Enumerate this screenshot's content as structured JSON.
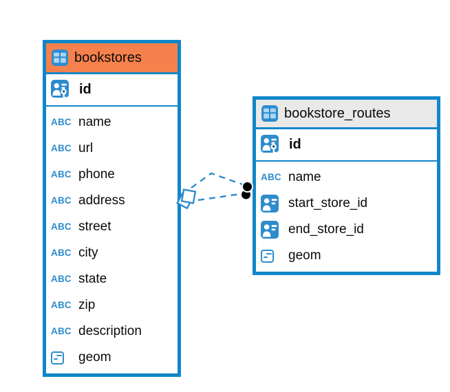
{
  "colors": {
    "canvas_bg": "#ffffff",
    "table_border": "#1186c9",
    "bookstores_header_bg": "#f7814c",
    "routes_header_bg": "#e9e9e9",
    "icon_blue": "#2e8ccd",
    "icon_blue_dark": "#0d4f7a",
    "icon_cell_light": "#aed6f0",
    "connector": "#2e8ccd",
    "endpoint": "#000000",
    "text": "#0a0a0a"
  },
  "icons": {
    "text_type_glyph": "ABC"
  },
  "tables": {
    "bookstores": {
      "title": "bookstores",
      "primary_key": {
        "name": "id"
      },
      "fields": [
        {
          "name": "name",
          "type": "text"
        },
        {
          "name": "url",
          "type": "text"
        },
        {
          "name": "phone",
          "type": "text"
        },
        {
          "name": "address",
          "type": "text"
        },
        {
          "name": "street",
          "type": "text"
        },
        {
          "name": "city",
          "type": "text"
        },
        {
          "name": "state",
          "type": "text"
        },
        {
          "name": "zip",
          "type": "text"
        },
        {
          "name": "description",
          "type": "text"
        },
        {
          "name": "geom",
          "type": "geometry"
        }
      ]
    },
    "bookstore_routes": {
      "title": "bookstore_routes",
      "primary_key": {
        "name": "id"
      },
      "fields": [
        {
          "name": "name",
          "type": "text"
        },
        {
          "name": "start_store_id",
          "type": "reference"
        },
        {
          "name": "end_store_id",
          "type": "reference"
        },
        {
          "name": "geom",
          "type": "geometry"
        }
      ]
    }
  },
  "connector": {
    "style": "dashed",
    "line_count": 2,
    "source_marker": "stacked-diamond",
    "target_marker": "stacked-dots"
  }
}
